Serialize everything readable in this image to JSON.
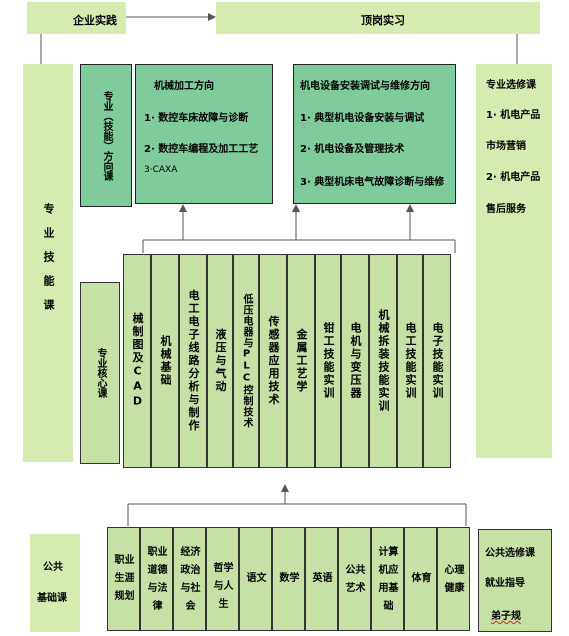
{
  "top": {
    "enterprise": "企业实践",
    "internship": "顶岗实习"
  },
  "left_labels": {
    "professional_skill": "专业技能课",
    "core": "专业核心课",
    "public_basic_1": "公共",
    "public_basic_2": "基础课"
  },
  "direction_label": "专业（技能）方向课",
  "directions": [
    {
      "title": "机械加工方向",
      "items": [
        "1· 数控车床故障与诊断",
        "2· 数控车编程及加工工艺",
        "3·CAXA"
      ]
    },
    {
      "title": "机电设备安装调试与维修方向",
      "items": [
        "1· 典型机电设备安装与调试",
        "2· 机电设备及管理技术",
        "3· 典型机床电气故障诊断与维修"
      ]
    }
  ],
  "elective_pro": {
    "title": "专业选修课",
    "items": [
      "1· 机电产品",
      "市场营销",
      "2· 机电产品",
      "售后服务"
    ]
  },
  "core_courses": [
    "械制图及CAD",
    "机械基础",
    "电工电子线路分析与制作",
    "液压与气动",
    "低压电器与PLC控制技术",
    "传感器应用技术",
    "金属工艺学",
    "钳工技能实训",
    "电机与变压器",
    "机械拆装技能实训",
    "电工技能实训",
    "电子技能实训"
  ],
  "public_courses": [
    "职业生涯规划",
    "职业道德与法律",
    "经济政治与社会",
    "哲学与人生",
    "语文",
    "数学",
    "英语",
    "公共艺术",
    "计算机应用基础",
    "体育",
    "心理健康"
  ],
  "elective_pub": {
    "items": [
      "公共选修课",
      "就业指导",
      "弟子规"
    ]
  }
}
